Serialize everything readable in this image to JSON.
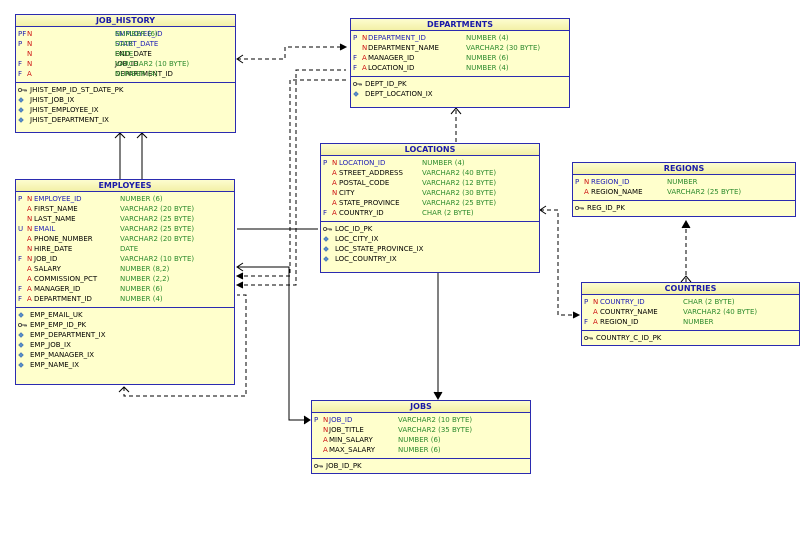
{
  "tables": {
    "job_history": {
      "title": "JOB_HISTORY",
      "columns": [
        {
          "key": "PF",
          "flag": "N",
          "name": "EMPLOYEE_ID",
          "type": "NUMBER (6)",
          "pk": true
        },
        {
          "key": "P",
          "flag": "N",
          "name": "START_DATE",
          "type": "DATE",
          "pk": true
        },
        {
          "key": "",
          "flag": "N",
          "name": "END_DATE",
          "type": "DATE",
          "pk": false
        },
        {
          "key": "F",
          "flag": "N",
          "name": "JOB_ID",
          "type": "VARCHAR2 (10 BYTE)",
          "pk": false
        },
        {
          "key": "F",
          "flag": "A",
          "name": "DEPARTMENT_ID",
          "type": "NUMBER (4)",
          "pk": false
        }
      ],
      "indexes": [
        {
          "kind": "key",
          "name": "JHIST_EMP_ID_ST_DATE_PK"
        },
        {
          "kind": "dot",
          "name": "JHIST_JOB_IX"
        },
        {
          "kind": "dot",
          "name": "JHIST_EMPLOYEE_IX"
        },
        {
          "kind": "dot",
          "name": "JHIST_DEPARTMENT_IX"
        }
      ]
    },
    "departments": {
      "title": "DEPARTMENTS",
      "columns": [
        {
          "key": "P",
          "flag": "N",
          "name": "DEPARTMENT_ID",
          "type": "NUMBER (4)",
          "pk": true
        },
        {
          "key": "",
          "flag": "N",
          "name": "DEPARTMENT_NAME",
          "type": "VARCHAR2 (30 BYTE)",
          "pk": false
        },
        {
          "key": "F",
          "flag": "A",
          "name": "MANAGER_ID",
          "type": "NUMBER (6)",
          "pk": false
        },
        {
          "key": "F",
          "flag": "A",
          "name": "LOCATION_ID",
          "type": "NUMBER (4)",
          "pk": false
        }
      ],
      "indexes": [
        {
          "kind": "key",
          "name": "DEPT_ID_PK"
        },
        {
          "kind": "dot",
          "name": "DEPT_LOCATION_IX"
        }
      ]
    },
    "regions": {
      "title": "REGIONS",
      "columns": [
        {
          "key": "P",
          "flag": "N",
          "name": "REGION_ID",
          "type": "NUMBER",
          "pk": true
        },
        {
          "key": "",
          "flag": "A",
          "name": "REGION_NAME",
          "type": "VARCHAR2 (25 BYTE)",
          "pk": false
        }
      ],
      "indexes": [
        {
          "kind": "key",
          "name": "REG_ID_PK"
        }
      ]
    },
    "locations": {
      "title": "LOCATIONS",
      "columns": [
        {
          "key": "P",
          "flag": "N",
          "name": "LOCATION_ID",
          "type": "NUMBER (4)",
          "pk": true
        },
        {
          "key": "",
          "flag": "A",
          "name": "STREET_ADDRESS",
          "type": "VARCHAR2 (40 BYTE)",
          "pk": false
        },
        {
          "key": "",
          "flag": "A",
          "name": "POSTAL_CODE",
          "type": "VARCHAR2 (12 BYTE)",
          "pk": false
        },
        {
          "key": "",
          "flag": "N",
          "name": "CITY",
          "type": "VARCHAR2 (30 BYTE)",
          "pk": false
        },
        {
          "key": "",
          "flag": "A",
          "name": "STATE_PROVINCE",
          "type": "VARCHAR2 (25 BYTE)",
          "pk": false
        },
        {
          "key": "F",
          "flag": "A",
          "name": "COUNTRY_ID",
          "type": "CHAR (2 BYTE)",
          "pk": false
        }
      ],
      "indexes": [
        {
          "kind": "key",
          "name": "LOC_ID_PK"
        },
        {
          "kind": "dot",
          "name": "LOC_CITY_IX"
        },
        {
          "kind": "dot",
          "name": "LOC_STATE_PROVINCE_IX"
        },
        {
          "kind": "dot",
          "name": "LOC_COUNTRY_IX"
        }
      ]
    },
    "employees": {
      "title": "EMPLOYEES",
      "columns": [
        {
          "key": "P",
          "flag": "N",
          "name": "EMPLOYEE_ID",
          "type": "NUMBER (6)",
          "pk": true
        },
        {
          "key": "",
          "flag": "A",
          "name": "FIRST_NAME",
          "type": "VARCHAR2 (20 BYTE)",
          "pk": false
        },
        {
          "key": "",
          "flag": "N",
          "name": "LAST_NAME",
          "type": "VARCHAR2 (25 BYTE)",
          "pk": false
        },
        {
          "key": "U",
          "flag": "N",
          "name": "EMAIL",
          "type": "VARCHAR2 (25 BYTE)",
          "pk": true
        },
        {
          "key": "",
          "flag": "A",
          "name": "PHONE_NUMBER",
          "type": "VARCHAR2 (20 BYTE)",
          "pk": false
        },
        {
          "key": "",
          "flag": "N",
          "name": "HIRE_DATE",
          "type": "DATE",
          "pk": false
        },
        {
          "key": "F",
          "flag": "N",
          "name": "JOB_ID",
          "type": "VARCHAR2 (10 BYTE)",
          "pk": false
        },
        {
          "key": "",
          "flag": "A",
          "name": "SALARY",
          "type": "NUMBER (8,2)",
          "pk": false
        },
        {
          "key": "",
          "flag": "A",
          "name": "COMMISSION_PCT",
          "type": "NUMBER (2,2)",
          "pk": false
        },
        {
          "key": "F",
          "flag": "A",
          "name": "MANAGER_ID",
          "type": "NUMBER (6)",
          "pk": false
        },
        {
          "key": "F",
          "flag": "A",
          "name": "DEPARTMENT_ID",
          "type": "NUMBER (4)",
          "pk": false
        }
      ],
      "indexes": [
        {
          "kind": "dot",
          "name": "EMP_EMAIL_UK"
        },
        {
          "kind": "key",
          "name": "EMP_EMP_ID_PK"
        },
        {
          "kind": "dot",
          "name": "EMP_DEPARTMENT_IX"
        },
        {
          "kind": "dot",
          "name": "EMP_JOB_IX"
        },
        {
          "kind": "dot",
          "name": "EMP_MANAGER_IX"
        },
        {
          "kind": "dot",
          "name": "EMP_NAME_IX"
        }
      ]
    },
    "countries": {
      "title": "COUNTRIES",
      "columns": [
        {
          "key": "P",
          "flag": "N",
          "name": "COUNTRY_ID",
          "type": "CHAR (2 BYTE)",
          "pk": true
        },
        {
          "key": "",
          "flag": "A",
          "name": "COUNTRY_NAME",
          "type": "VARCHAR2 (40 BYTE)",
          "pk": false
        },
        {
          "key": "F",
          "flag": "A",
          "name": "REGION_ID",
          "type": "NUMBER",
          "pk": false
        }
      ],
      "indexes": [
        {
          "kind": "key",
          "name": "COUNTRY_C_ID_PK"
        }
      ]
    },
    "jobs": {
      "title": "JOBS",
      "columns": [
        {
          "key": "P",
          "flag": "N",
          "name": "JOB_ID",
          "type": "VARCHAR2 (10 BYTE)",
          "pk": true
        },
        {
          "key": "",
          "flag": "N",
          "name": "JOB_TITLE",
          "type": "VARCHAR2 (35 BYTE)",
          "pk": false
        },
        {
          "key": "",
          "flag": "A",
          "name": "MIN_SALARY",
          "type": "NUMBER (6)",
          "pk": false
        },
        {
          "key": "",
          "flag": "A",
          "name": "MAX_SALARY",
          "type": "NUMBER (6)",
          "pk": false
        }
      ],
      "indexes": [
        {
          "kind": "key",
          "name": "JOB_ID_PK"
        }
      ]
    }
  },
  "colors": {
    "border": "#2b2bb0",
    "fill": "#ffffcc",
    "title_text": "#1a1aa8",
    "key_text": "#2020b0",
    "flag_text": "#cc1111",
    "type_text": "#2e8b2e",
    "pk_name": "#1d1db5",
    "connector": "#000000"
  }
}
